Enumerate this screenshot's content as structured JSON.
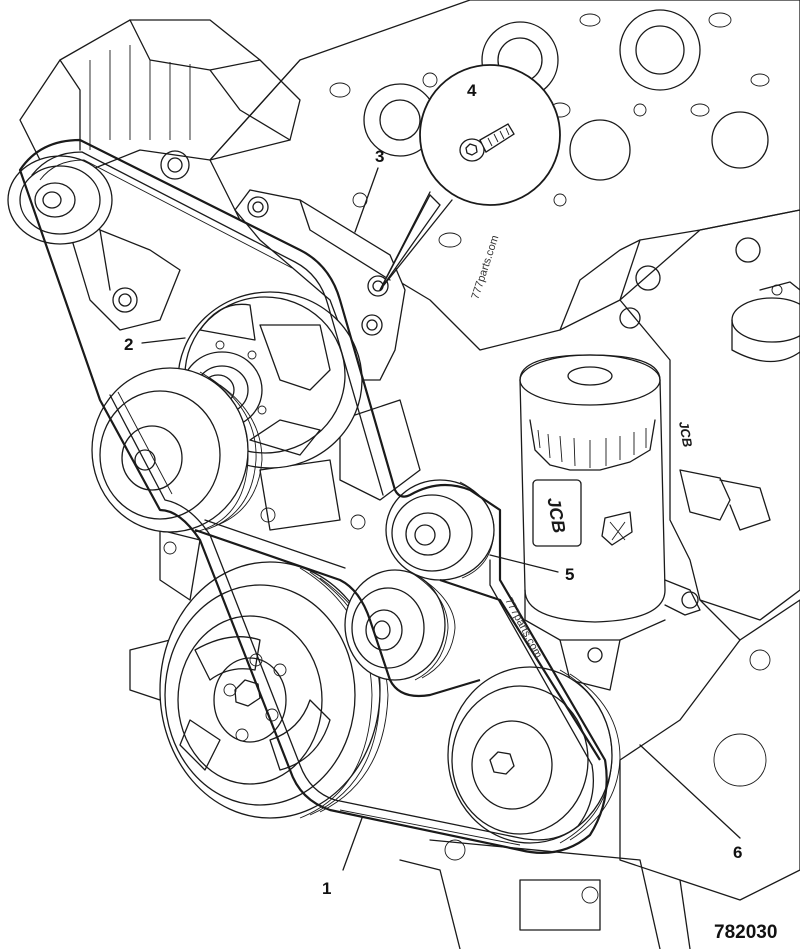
{
  "callouts": [
    {
      "id": "1",
      "label": "1"
    },
    {
      "id": "2",
      "label": "2"
    },
    {
      "id": "3",
      "label": "3"
    },
    {
      "id": "4",
      "label": "4"
    },
    {
      "id": "5",
      "label": "5"
    },
    {
      "id": "6",
      "label": "6"
    }
  ],
  "reference_number": "782030",
  "watermarks": [
    "777parts.com",
    "777parts.com"
  ],
  "brand_marks": [
    "JCB",
    "JCB"
  ],
  "colors": {
    "line": "#1a1a1a",
    "background": "#ffffff"
  }
}
